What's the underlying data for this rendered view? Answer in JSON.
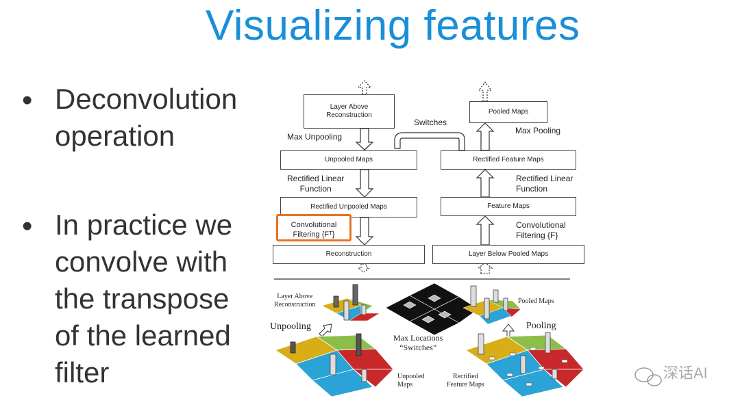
{
  "slide": {
    "title": "Visualizing features",
    "bullets": [
      {
        "lines": [
          "Deconvolution",
          "operation"
        ]
      },
      {
        "lines": [
          "In practice we",
          "convolve with",
          "the transpose",
          "of the learned",
          "filter"
        ]
      }
    ]
  },
  "diagram": {
    "left": {
      "boxes": {
        "layer_above": "Layer Above\nReconstruction",
        "unpooled_maps": "Unpooled Maps",
        "rectified_unpooled": "Rectified Unpooled Maps",
        "reconstruction": "Reconstruction"
      },
      "labels": {
        "max_unpooling": "Max Unpooling",
        "rectified_linear": "Rectified Linear\nFunction",
        "conv_filtering": "Convolutional\nFiltering {Fᵀ}"
      }
    },
    "right": {
      "boxes": {
        "pooled_maps": "Pooled Maps",
        "rectified_feature": "Rectified Feature Maps",
        "feature_maps": "Feature Maps",
        "layer_below": "Layer Below Pooled Maps"
      },
      "labels": {
        "max_pooling": "Max Pooling",
        "rectified_linear": "Rectified Linear\nFunction",
        "conv_filtering": "Convolutional\nFiltering {F}"
      }
    },
    "switches": "Switches",
    "highlight_color": "#e8731e",
    "bottom": {
      "layer_above": "Layer Above\nReconstruction",
      "unpooling": "Unpooling",
      "max_locations": "Max Locations\n“Switches”",
      "pooled_maps": "Pooled Maps",
      "pooling": "Pooling",
      "unpooled_maps": "Unpooled\nMaps",
      "rectified_feature_maps": "Rectified\nFeature Maps"
    }
  },
  "watermark": "深话AI"
}
